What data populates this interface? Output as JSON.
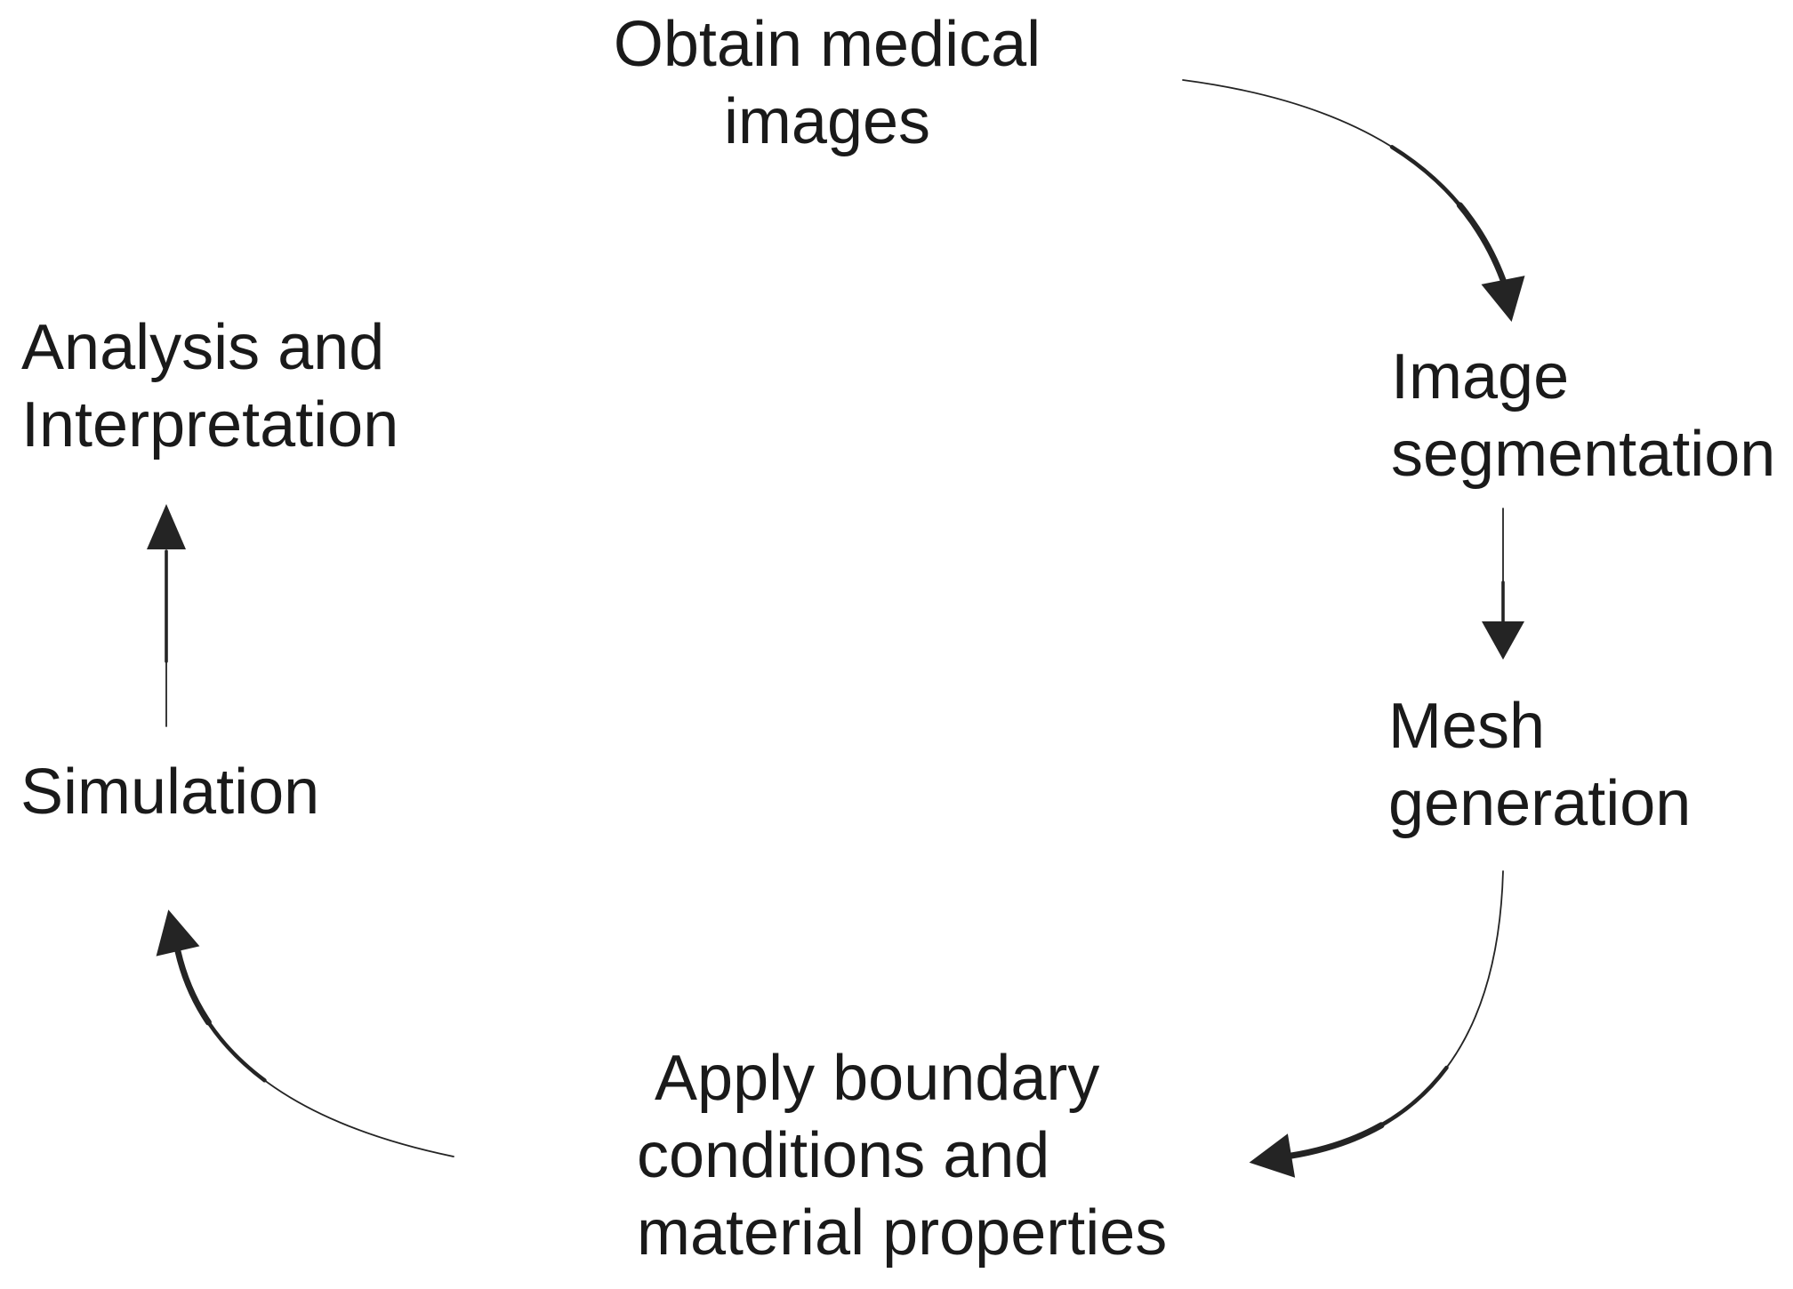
{
  "diagram": {
    "type": "cycle-flowchart",
    "background_color": "#ffffff",
    "text_color": "#1a1a1a",
    "arrow_color": "#242424",
    "nodes": [
      {
        "id": "obtain-medical-images",
        "label": "Obtain medical\nimages"
      },
      {
        "id": "image-segmentation",
        "label": "Image\nsegmentation"
      },
      {
        "id": "mesh-generation",
        "label": "Mesh\ngeneration"
      },
      {
        "id": "apply-boundary-conditions",
        "label": " Apply boundary\nconditions and\nmaterial properties"
      },
      {
        "id": "simulation",
        "label": "Simulation"
      },
      {
        "id": "analysis-interpretation",
        "label": "Analysis and\nInterpretation"
      }
    ],
    "edges": [
      {
        "from": "obtain-medical-images",
        "to": "image-segmentation",
        "style": "curved-tapered",
        "direction": "down-right"
      },
      {
        "from": "image-segmentation",
        "to": "mesh-generation",
        "style": "straight-tapered",
        "direction": "down"
      },
      {
        "from": "mesh-generation",
        "to": "apply-boundary-conditions",
        "style": "curved-tapered",
        "direction": "down-left"
      },
      {
        "from": "apply-boundary-conditions",
        "to": "simulation",
        "style": "curved-tapered",
        "direction": "up-left"
      },
      {
        "from": "simulation",
        "to": "analysis-interpretation",
        "style": "straight-tapered",
        "direction": "up"
      }
    ]
  }
}
